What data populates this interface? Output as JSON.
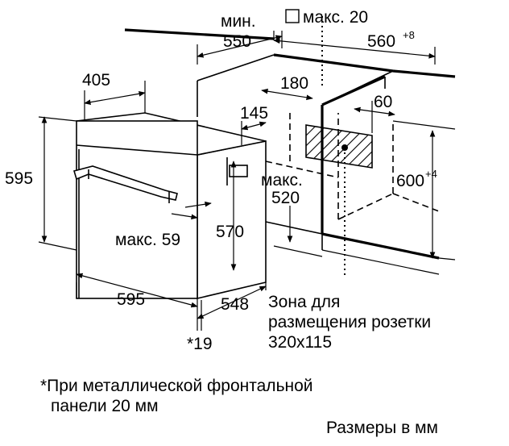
{
  "dimensions": {
    "min_label": "мин.",
    "min_550": "550",
    "max_20": "макс. 20",
    "d560": "560",
    "d560_sup": "+8",
    "d405": "405",
    "d180": "180",
    "d145": "145",
    "d60": "60",
    "d595_left": "595",
    "max_label": "макс.",
    "d520": "520",
    "d600": "600",
    "d600_sup": "+4",
    "max59": "макс. 59",
    "d570": "570",
    "d595_bottom": "595",
    "d548": "548",
    "star19": "*19"
  },
  "socket_zone": [
    "Зона для",
    "размещения розетки",
    "320x115"
  ],
  "footnote": [
    "*При металлической фронтальной",
    "панели 20 мм"
  ],
  "units_note": "Размеры в мм"
}
